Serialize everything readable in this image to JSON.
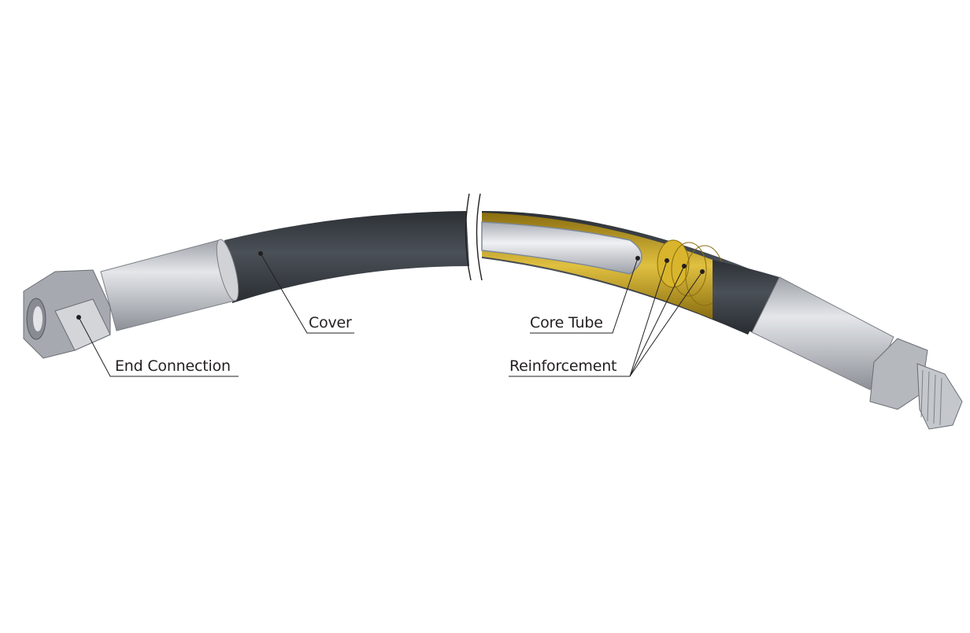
{
  "diagram": {
    "subject": "Hose assembly with cut-away section",
    "colors": {
      "background": "#ffffff",
      "cover": "#3a3f45",
      "metal_fitting": "#b9bcc1",
      "core_tube": "#d9dbe0",
      "reinforcement": "#c9a51e",
      "leader_line": "#231f20",
      "label_text": "#231f20"
    },
    "labels": {
      "end_connection": "End Connection",
      "cover": "Cover",
      "core_tube": "Core Tube",
      "reinforcement": "Reinforcement"
    },
    "components": [
      {
        "id": "left-end-fitting",
        "type": "female swivel nut + ferrule"
      },
      {
        "id": "hose-cover",
        "type": "outer cover"
      },
      {
        "id": "break-symbol",
        "type": "length break marks"
      },
      {
        "id": "cutaway",
        "type": "core tube + 3 reinforcement layers"
      },
      {
        "id": "right-end-fitting",
        "type": "ferrule + hex + male threaded nipple"
      }
    ]
  }
}
